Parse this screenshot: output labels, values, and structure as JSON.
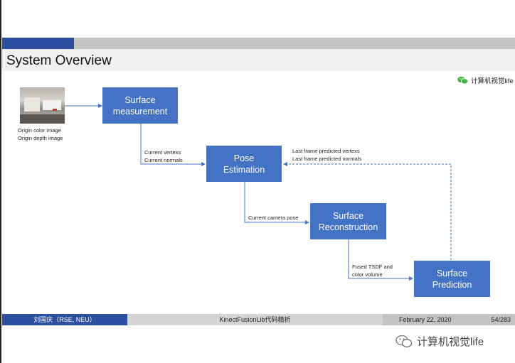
{
  "slide": {
    "title": "System Overview",
    "wechat_label": "计算机视觉life"
  },
  "input": {
    "caption_line1": "Origin color image",
    "caption_line2": "Origin depth image"
  },
  "boxes": {
    "surface_measurement": [
      "Surface",
      "measurement"
    ],
    "pose_estimation": [
      "Pose",
      "Estimation"
    ],
    "surface_reconstruction": [
      "Surface",
      "Reconstruction"
    ],
    "surface_prediction": [
      "Surface",
      "Prediction"
    ]
  },
  "edge_labels": {
    "vertex_line1": "Current vertexs",
    "vertex_line2": "Current normals",
    "last_line1": "Last frame predicted vertexs",
    "last_line2": "Last frame predicted normals",
    "pose": "Current camera pose",
    "tsdf_line1": "Fused TSDF and",
    "tsdf_line2": "color volume"
  },
  "footer": {
    "author": "刘国庆（RSE, NEU）",
    "topic": "KinectFusionLib代码精析",
    "date": "February 22, 2020",
    "page": "54/283"
  },
  "watermark": {
    "text": "计算机视觉life"
  },
  "colors": {
    "box_fill": "#4472c4",
    "arrow": "#4472c4",
    "header_blue": "#2e4ea0",
    "header_gray": "#c3c3c3"
  }
}
